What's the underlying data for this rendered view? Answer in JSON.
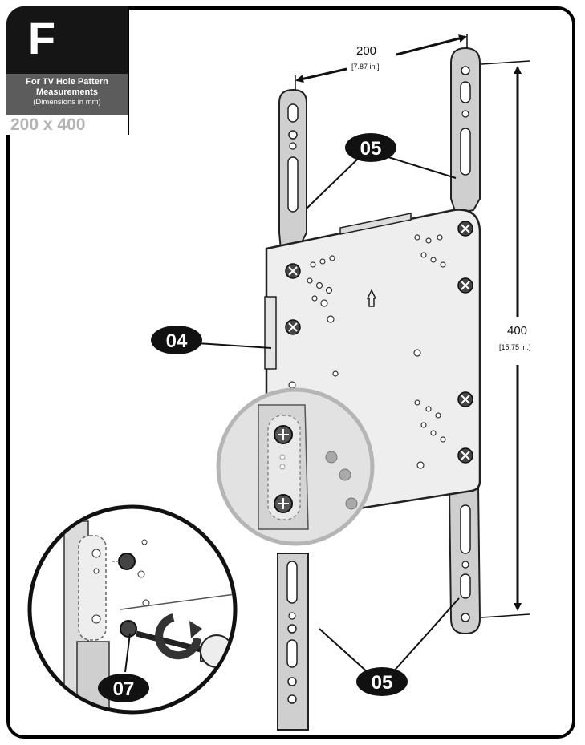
{
  "step": {
    "letter": "F",
    "title_line1": "For TV Hole Pattern",
    "title_line2": "Measurements",
    "title_line3": "(Dimensions in mm)",
    "pattern": "200 x 400"
  },
  "dimensions": {
    "width": "200",
    "width_in": "[7.87 in.]",
    "height": "400",
    "height_in": "[15.75 in.]"
  },
  "callouts": {
    "c05_top": "05",
    "c04": "04",
    "c05_bottom": "05",
    "c07": "07"
  },
  "colors": {
    "ink": "#111111",
    "plate": "#eeeeee",
    "bracket": "#cfcfcf",
    "magnifier": "#bdbdbd"
  }
}
